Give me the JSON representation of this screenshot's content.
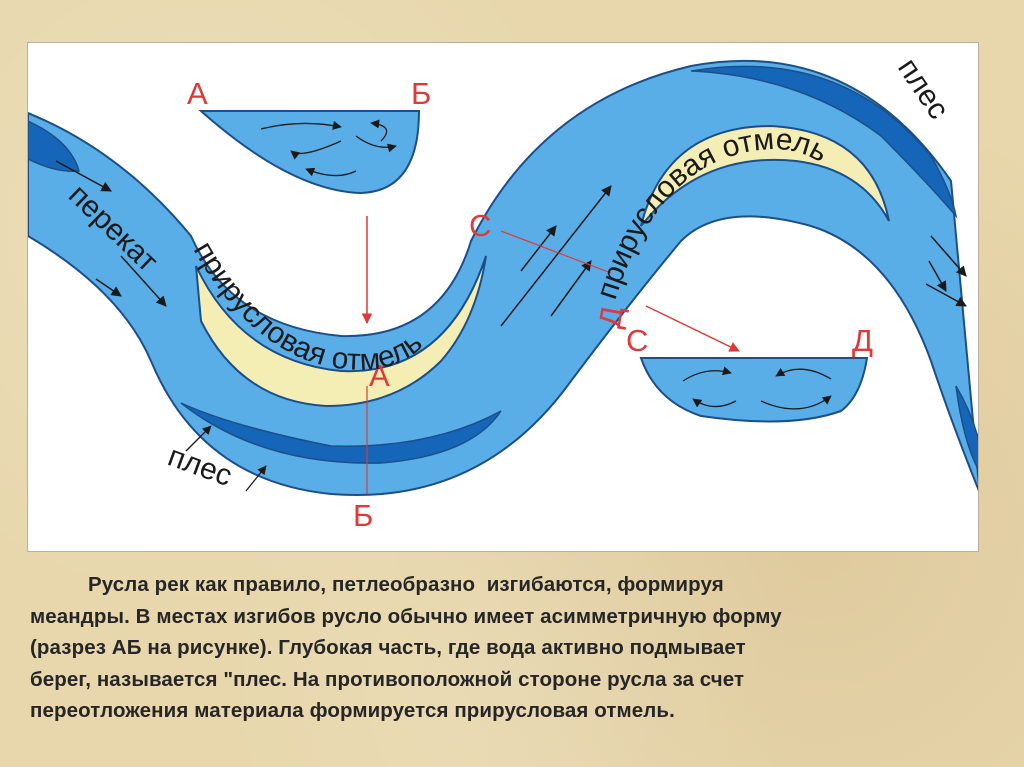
{
  "diagram": {
    "labels": {
      "a_top": "А",
      "b_top": "Б",
      "a_mid": "А",
      "b_bottom": "Б",
      "c_mid": "С",
      "d_mid": "Д",
      "c_right": "С",
      "d_right": "Д",
      "perekat": "перекат",
      "otmel_left": "прирусловая отмель",
      "otmel_right": "прирусловая отмель",
      "ples_bottom": "плес",
      "ples_top": "плес"
    },
    "colors": {
      "water": "#5aaee8",
      "deep": "#1565b8",
      "shoal": "#f5eeb4",
      "marker": "#dd3a3a",
      "outline": "#1c4f88"
    }
  },
  "caption": {
    "lines": [
      "          Русла рек как правило, петлеобразно  изгибаются, формируя",
      "меандры. В местах изгибов русло обычно имеет асимметричную форму",
      "(разрез АБ на рисунке).  Глубокая часть, где вода активно подмывает",
      "берег, называется \"плес. На противоположной стороне русла за счет",
      "переотложения материала формируется прирусловая отмель."
    ]
  }
}
